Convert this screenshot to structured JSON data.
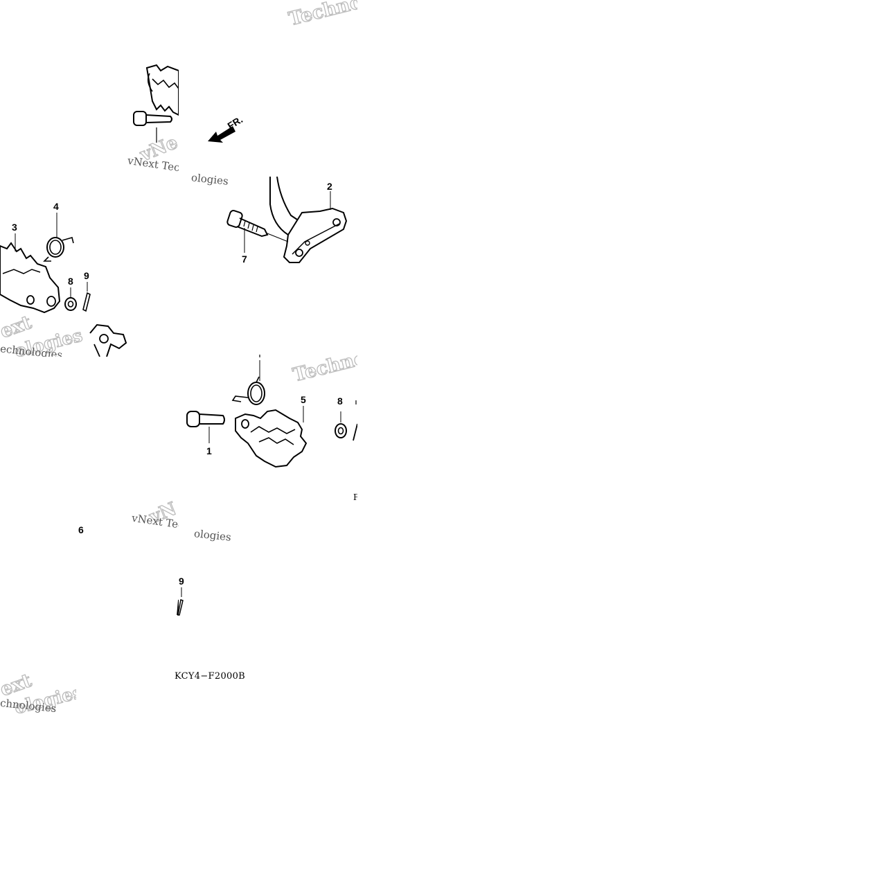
{
  "diagram": {
    "callouts": {
      "c1": "1",
      "c2": "2",
      "c3": "3",
      "c4": "4",
      "c5": "5",
      "c6": "6",
      "c7": "7",
      "c8a": "8",
      "c8b": "8",
      "c9a": "9",
      "c9b": "9"
    },
    "front_arrow_label": "FR.",
    "diagram_code": "KCY4−F2000B",
    "partial_letter": "F",
    "watermarks": {
      "top_right_outline": "Techno",
      "mid_right_outline": "Techno",
      "upper_plain": "vNext Tec",
      "upper_plain_tail": "ologies",
      "upper_outline_v": "vNe",
      "lower_plain": "vNext Tec",
      "lower_plain_tail": "ologies",
      "lower_outline_v": "vN",
      "left_outline_a": "ext",
      "left_outline_b": "ologies",
      "left_plain_a": "echnologies",
      "left_outline_c": "ext",
      "left_outline_d": "ologies",
      "left_plain_b": "chnologies"
    }
  }
}
